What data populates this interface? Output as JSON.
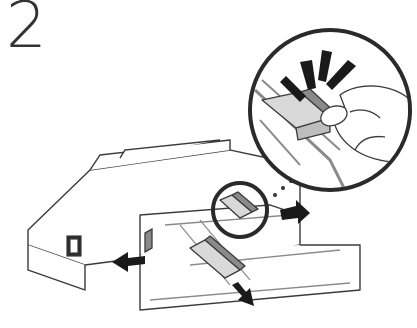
{
  "step": {
    "number": "2"
  },
  "colors": {
    "outline": "#3a3a3a",
    "paper": "#ffffff",
    "shade": "#d9d9d9",
    "shade_dark": "#8a8a8a",
    "arrow": "#1a1a1a"
  },
  "icons": {
    "callout": "zoom-magnifier-circle",
    "arrows": [
      "arrow-left",
      "arrow-down",
      "arrow-right",
      "arrow-press"
    ]
  }
}
